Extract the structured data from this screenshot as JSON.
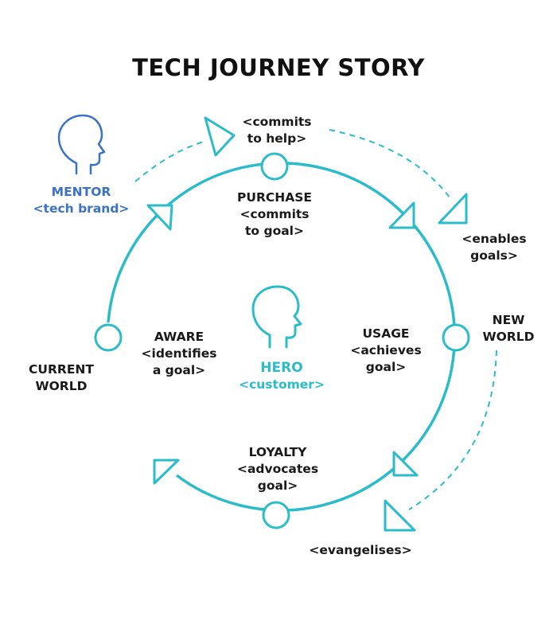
{
  "title": "TECH JOURNEY STORY",
  "colors": {
    "cycle": "#2bbcc9",
    "mentor": "#3a72c4",
    "text": "#1a1a1a"
  },
  "mentor": {
    "name": "MENTOR",
    "role": "<tech brand>",
    "icon": "head-silhouette-icon"
  },
  "hero": {
    "name": "HERO",
    "role": "<customer>",
    "icon": "head-silhouette-icon"
  },
  "stages": {
    "purchase": {
      "line1": "PURCHASE",
      "line2": "<commits",
      "line3": "to goal>"
    },
    "aware": {
      "line1": "AWARE",
      "line2": "<identifies",
      "line3": "a goal>"
    },
    "usage": {
      "line1": "USAGE",
      "line2": "<achieves",
      "line3": "goal>"
    },
    "loyalty": {
      "line1": "LOYALTY",
      "line2": "<advocates",
      "line3": "goal>"
    }
  },
  "worlds": {
    "current": {
      "line1": "CURRENT",
      "line2": "WORLD"
    },
    "new": {
      "line1": "NEW",
      "line2": "WORLD"
    }
  },
  "mentor_actions": {
    "commits": {
      "line1": "<commits",
      "line2": "to help>"
    },
    "enables": {
      "line1": "<enables",
      "line2": "goals>"
    },
    "evangelises": {
      "line1": "<evangelises>"
    }
  }
}
